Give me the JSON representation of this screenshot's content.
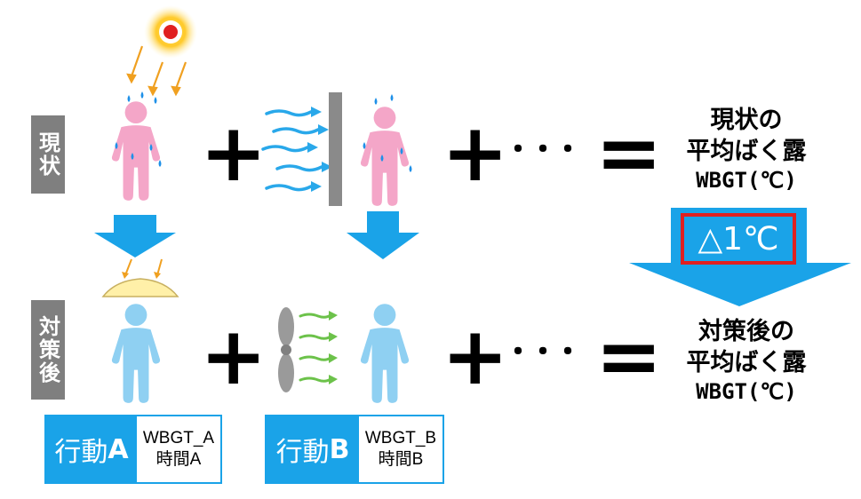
{
  "labels": {
    "current": "現状",
    "after": "対策後"
  },
  "operators": {
    "plus": "+",
    "ellipsis": "・・・",
    "equals": "="
  },
  "results": {
    "current": {
      "line1": "現状の",
      "line2": "平均ばく露",
      "line3": "WBGT(℃)"
    },
    "after": {
      "line1": "対策後の",
      "line2": "平均ばく露",
      "line3": "WBGT(℃)"
    }
  },
  "delta": "△1℃",
  "actions": [
    {
      "name_prefix": "行動",
      "name_letter": "A",
      "info1": "WBGT_A",
      "info2": "時間A"
    },
    {
      "name_prefix": "行動",
      "name_letter": "B",
      "info1": "WBGT_B",
      "info2": "時間B"
    }
  ],
  "colors": {
    "accent_blue": "#1aa3e8",
    "pink_person": "#f4a6c8",
    "blue_person": "#8fd0f2",
    "red_border": "#e02020",
    "gray_label": "#7f7f7f"
  },
  "icons": [
    "sun-icon",
    "sun-rays-icon",
    "sweating-person-icon",
    "wind-icon",
    "wall-icon",
    "down-arrow-icon",
    "parasol-icon",
    "cool-person-icon",
    "fan-icon",
    "green-breeze-icon"
  ]
}
